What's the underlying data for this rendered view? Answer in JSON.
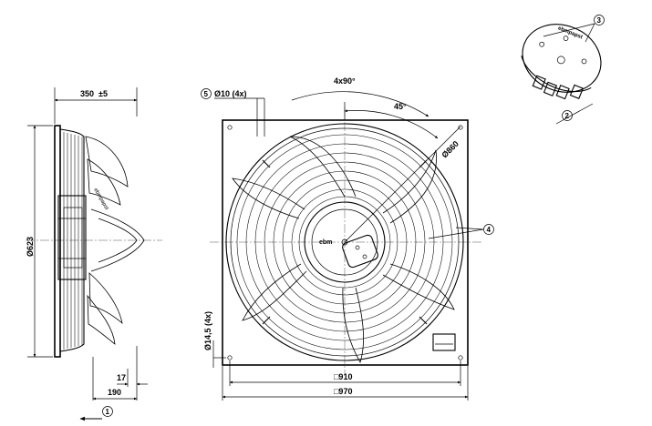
{
  "side_view": {
    "depth_label": "350",
    "depth_tolerance": "±5",
    "diameter_label": "Ø623",
    "offset_17": "17",
    "offset_190": "190",
    "airflow_callout": "1",
    "brand_text": "ebmpapst"
  },
  "front_view": {
    "hole_callout": "5",
    "hole_label": "Ø10 (4x)",
    "angle_4x90": "4x90°",
    "angle_45": "45°",
    "bolt_circle": "Ø860",
    "grille_callout": "4",
    "corner_hole_label": "Ø14,5 (4x)",
    "inner_square": "□910",
    "outer_square": "□970",
    "hub_brand": "ebm"
  },
  "detail_view": {
    "callout_3": "3",
    "callout_2": "2",
    "brand_text": "ebmpapst"
  }
}
